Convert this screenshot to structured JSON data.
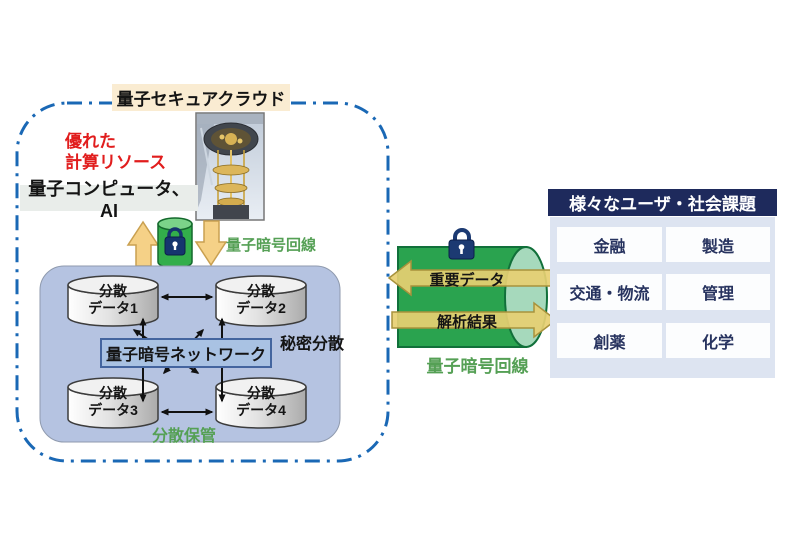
{
  "cloud": {
    "title": "量子セキュアクラウド",
    "compute_caption": "優れた\n計算リソース",
    "compute_label": "量子コンピュータ、AI",
    "qkd_link_label": "量子暗号回線",
    "secret_sharing_label": "秘密分散",
    "network_label": "量子暗号ネットワーク",
    "storage_label": "分散保管",
    "data_nodes": [
      "分散\nデータ1",
      "分散\nデータ2",
      "分散\nデータ3",
      "分散\nデータ4"
    ]
  },
  "channel": {
    "upstream_label": "重要データ",
    "downstream_label": "解析結果",
    "caption": "量子暗号回線"
  },
  "users": {
    "title": "様々なユーザ・社会課題",
    "items": [
      "金融",
      "製造",
      "交通・物流",
      "管理",
      "創薬",
      "化学"
    ]
  },
  "icons": {
    "lock": "lock-icon",
    "quantum_computer": "quantum-computer-photo"
  },
  "colors": {
    "dashed_border_blue": "#1a68b5",
    "storage_box_fill": "#b5c3e1",
    "network_box_fill": "#a9c2e3",
    "network_box_border": "#44659f",
    "tube_green": "#2aa34f",
    "label_green": "#55a055",
    "header_navy": "#1e2a5c",
    "panel_blue": "#dde4f1",
    "title_cream": "#faecd2",
    "caption_red": "#e11d1d",
    "arrow_yellow": "#f5d187"
  }
}
